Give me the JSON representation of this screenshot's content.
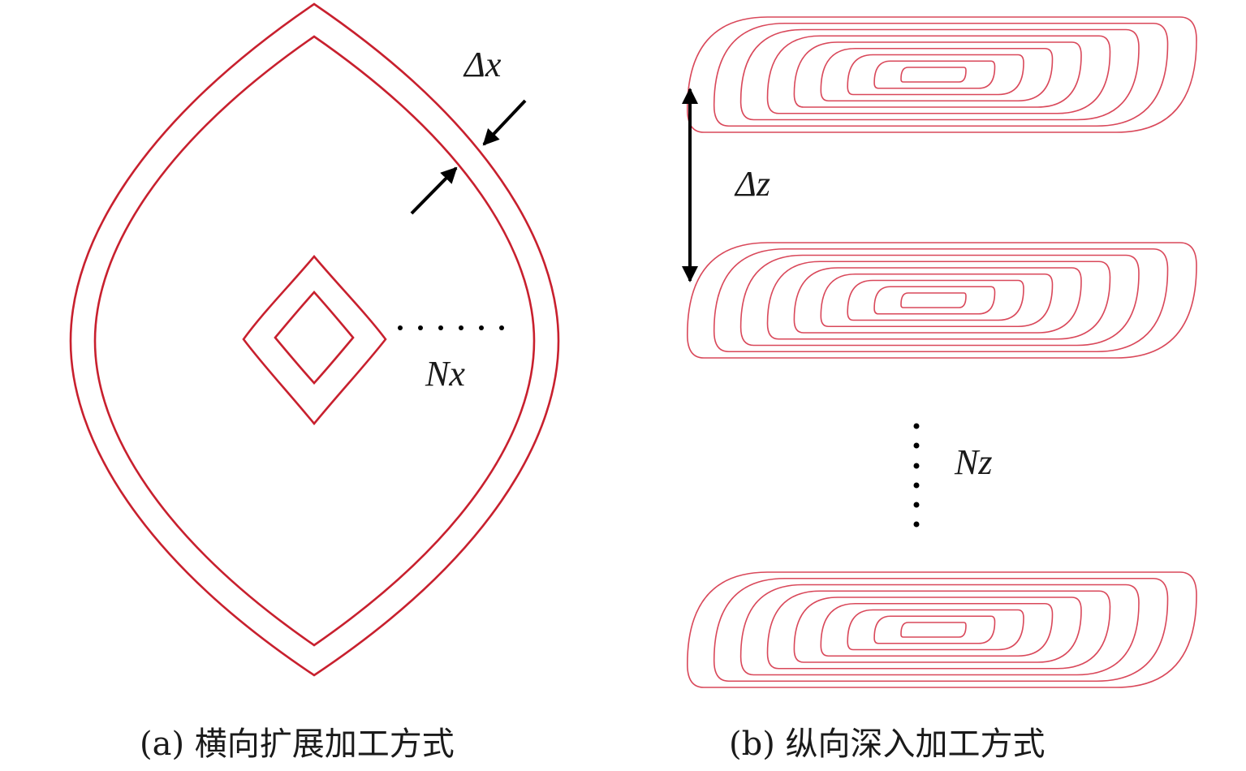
{
  "panel_a": {
    "delta_label": "Δx",
    "n_label": "Nx",
    "caption": "(a) 横向扩展加工方式",
    "contour_color": "#c8202e"
  },
  "panel_b": {
    "delta_label": "Δz",
    "n_label": "Nz",
    "caption": "(b) 纵向深入加工方式",
    "contour_color": "#d9485a"
  },
  "arrow_color": "#000000"
}
